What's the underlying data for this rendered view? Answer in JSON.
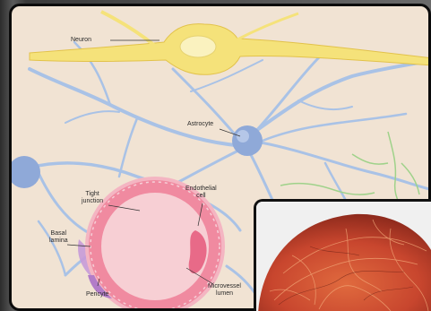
{
  "labels": {
    "neuron": "Neuron",
    "astrocyte": "Astrocyte",
    "tight_junction": [
      "Tight",
      "junction"
    ],
    "endothelial_cell": [
      "Endothelial",
      "cell"
    ],
    "basal_lamina": [
      "Basal",
      "lamina"
    ],
    "pericyte": "Pericyte",
    "microvessel_lumen": [
      "Microvessel",
      "lumen"
    ]
  },
  "colors": {
    "panel_bg": "#f1e3d3",
    "neuron": "#f5e27a",
    "astrocyte_process": "#a9c2e6",
    "astrocyte_soma": "#8fa9d8",
    "vessel_wall": "#f08aa0",
    "lumen": "#f7cfd4",
    "pericyte": "#c79ad8",
    "capillary_network": "#c8462e"
  }
}
